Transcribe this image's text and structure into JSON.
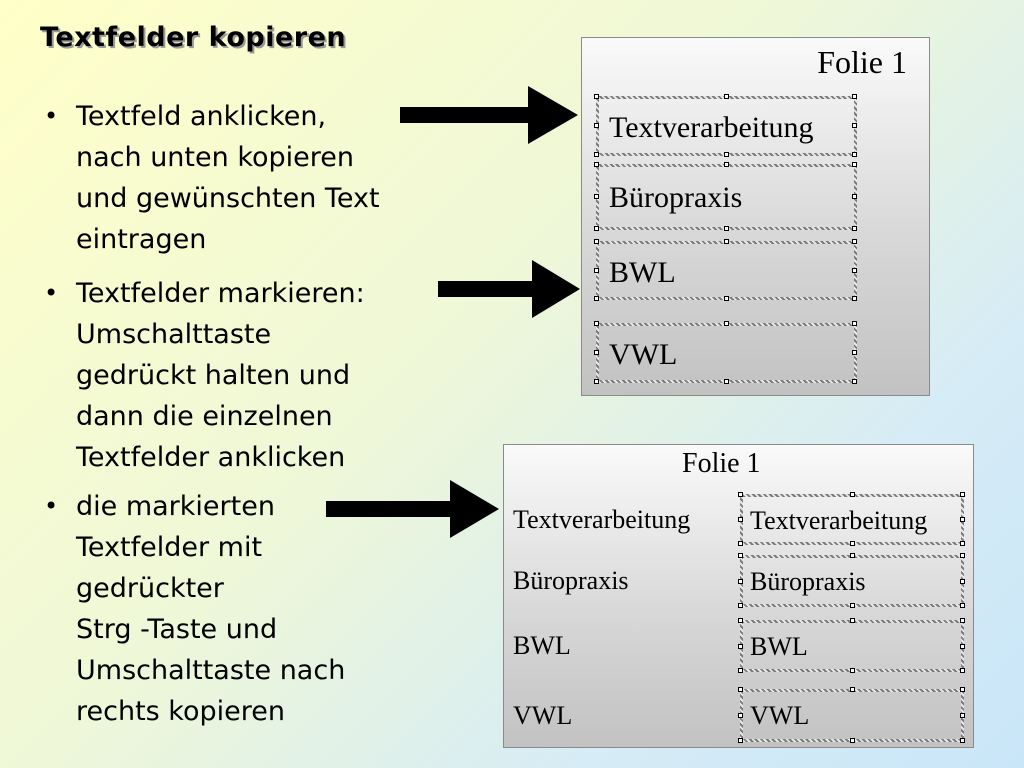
{
  "title": "Textfelder kopieren",
  "bullets": [
    {
      "lines": [
        "Textfeld anklicken,",
        "nach unten kopieren",
        "und gewünschten Text",
        "eintragen"
      ]
    },
    {
      "lines": [
        "Textfelder markieren:",
        "Umschalttaste",
        "gedrückt halten und",
        "dann die einzelnen",
        "Textfelder anklicken"
      ]
    },
    {
      "lines": [
        "die markierten",
        "Textfelder mit",
        "gedrückter",
        "Strg -Taste und",
        "Umschalttaste nach",
        "rechts kopieren"
      ]
    }
  ],
  "slide1": {
    "title": "Folie 1",
    "boxes": [
      "Textverarbeitung",
      "Büropraxis",
      "BWL",
      "VWL"
    ]
  },
  "slide2": {
    "title": "Folie 1",
    "left_items": [
      "Textverarbeitung",
      "Büropraxis",
      "BWL",
      "VWL"
    ],
    "right_boxes": [
      "Textverarbeitung",
      "Büropraxis",
      "BWL",
      "VWL"
    ]
  }
}
